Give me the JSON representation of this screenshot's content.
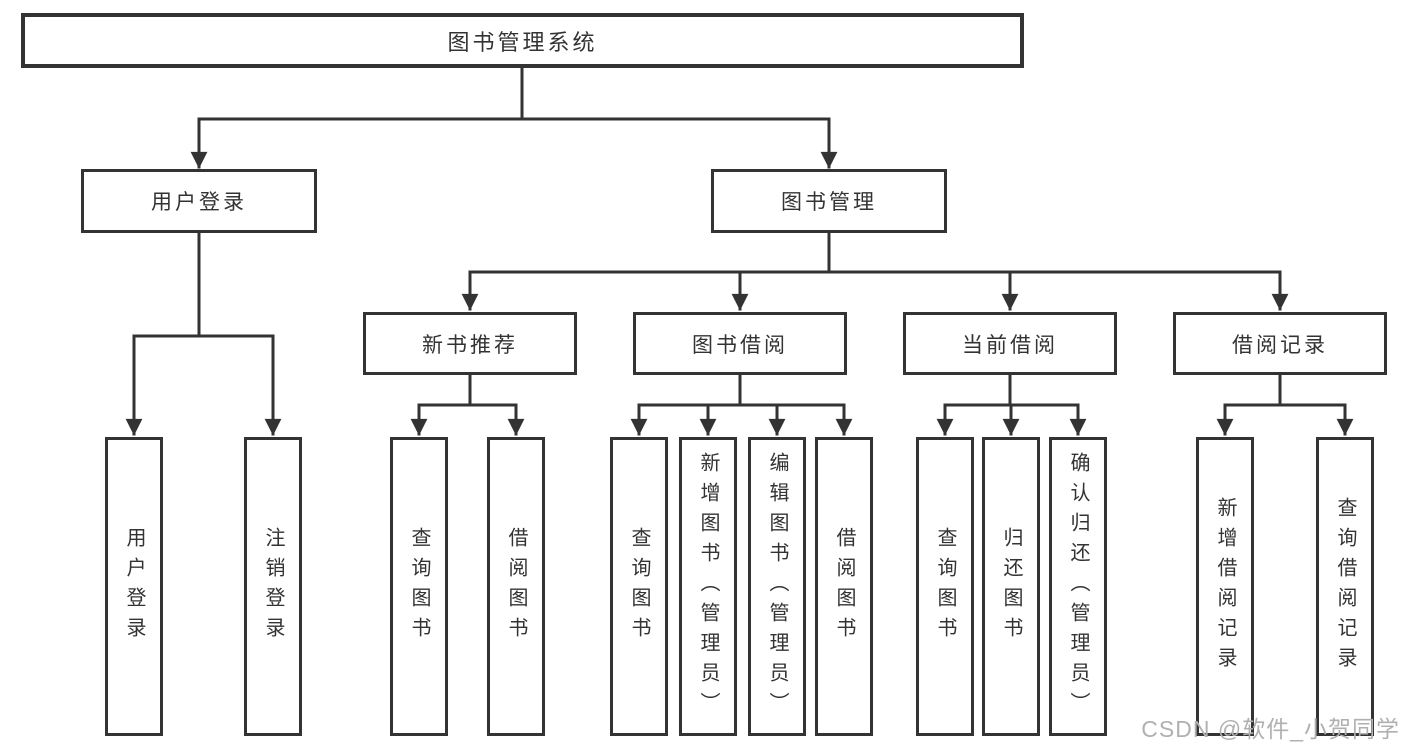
{
  "nodes": {
    "root": "图书管理系统",
    "user_login": "用户登录",
    "book_mgmt": "图书管理",
    "new_book_rec": "新书推荐",
    "book_borrow": "图书借阅",
    "current_borrow": "当前借阅",
    "borrow_record": "借阅记录",
    "user_login_leaf": "用户登录",
    "logout_leaf": "注销登录",
    "rec_query_book": "查询图书",
    "rec_borrow_book": "借阅图书",
    "bb_query_book": "查询图书",
    "bb_add_book": "新增图书（管理员）",
    "bb_edit_book": "编辑图书（管理员）",
    "bb_borrow_book": "借阅图书",
    "cb_query_book": "查询图书",
    "cb_return_book": "归还图书",
    "cb_confirm_return": "确认归还（管理员）",
    "br_add_record": "新增借阅记录",
    "br_query_record": "查询借阅记录"
  },
  "watermark": "CSDN @软件_小贺同学",
  "colors": {
    "line": "#333333",
    "box_border": "#333333",
    "text": "#333333",
    "watermark": "#b0b0b0",
    "background": "#ffffff"
  }
}
